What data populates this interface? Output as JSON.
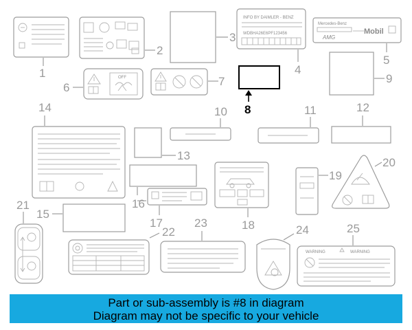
{
  "callouts": {
    "c1": "1",
    "c2": "2",
    "c3": "3",
    "c4": "4",
    "c5": "5",
    "c6": "6",
    "c7": "7",
    "c8": "8",
    "c9": "9",
    "c10": "10",
    "c11": "11",
    "c12": "12",
    "c13": "13",
    "c14": "14",
    "c15": "15",
    "c16": "16",
    "c17": "17",
    "c18": "18",
    "c19": "19",
    "c20": "20",
    "c21": "21",
    "c22": "22",
    "c23": "23",
    "c24": "24",
    "c25": "25"
  },
  "label_texts": {
    "maker": "INFO BY  DAIMLER - BENZ",
    "vin": "WDBHA26E6PF123456",
    "brand": "Mercedes-Benz",
    "oil": "Mobil",
    "amg": "AMG",
    "airbag_off": "OFF",
    "warning_1": "WARNING",
    "warning_2": "WARNING"
  },
  "banner": {
    "line1": "Part or sub-assembly is #8 in diagram",
    "line2": "Diagram may not be specific to your vehicle"
  },
  "colors": {
    "banner_bg": "#17a9e0",
    "highlight": "#000000",
    "line_art": "#9c9c9c"
  }
}
